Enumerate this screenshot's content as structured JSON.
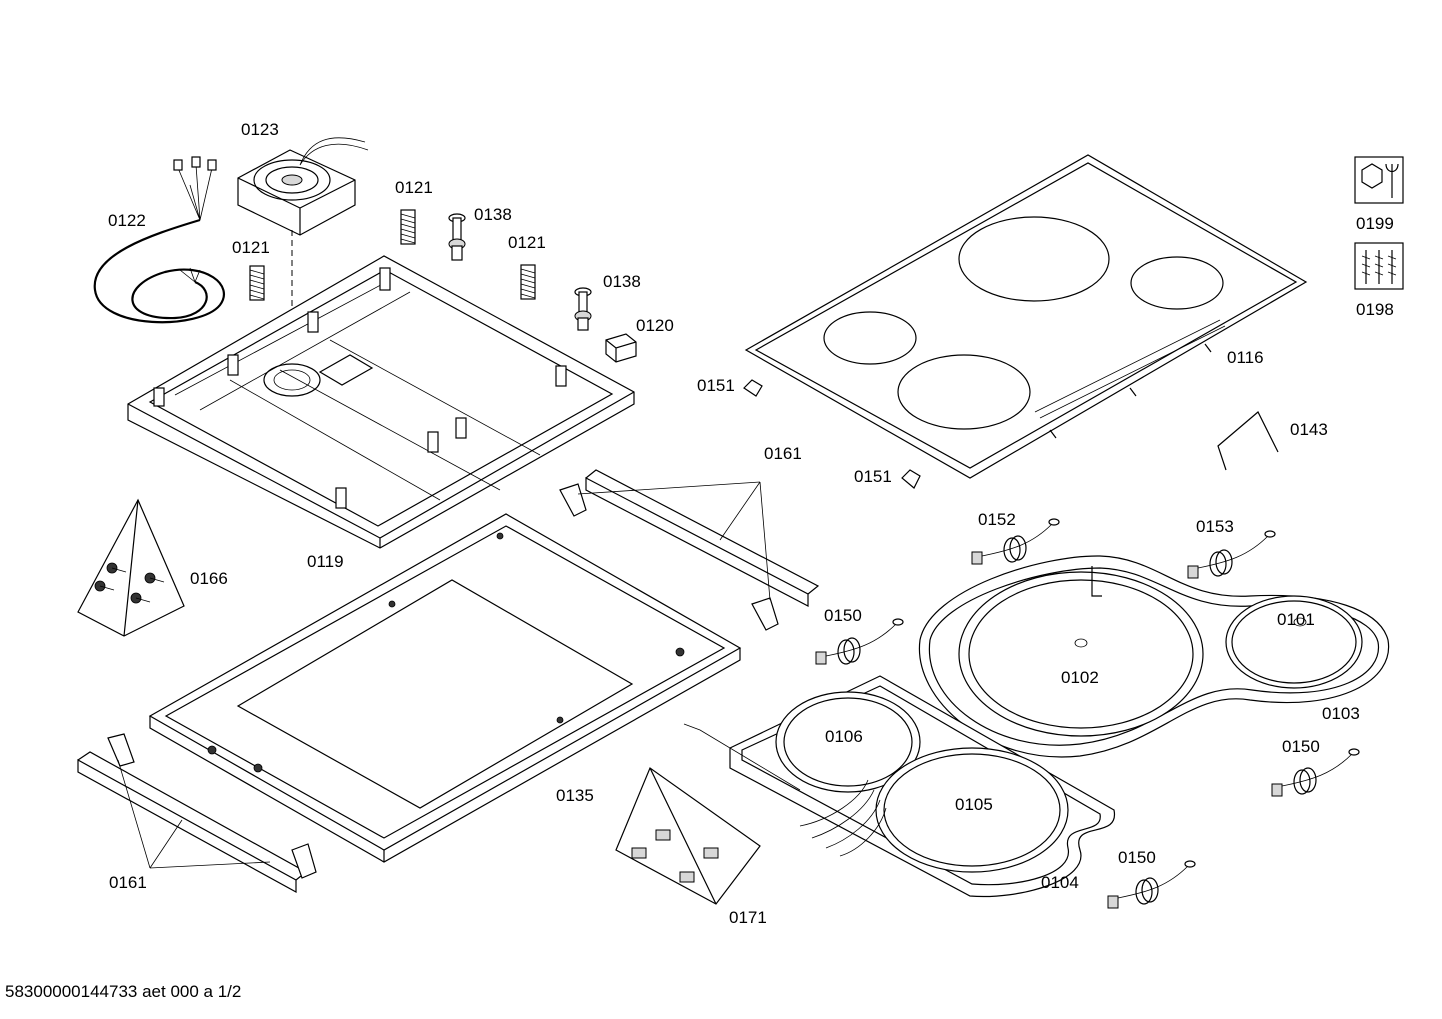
{
  "labels": {
    "l0123": "0123",
    "l0122": "0122",
    "l0121a": "0121",
    "l0121b": "0121",
    "l0121c": "0121",
    "l0138a": "0138",
    "l0138b": "0138",
    "l0120": "0120",
    "l0119": "0119",
    "l0116": "0116",
    "l0151a": "0151",
    "l0151b": "0151",
    "l0143": "0143",
    "l0161a": "0161",
    "l0161b": "0161",
    "l0166": "0166",
    "l0135": "0135",
    "l0152": "0152",
    "l0153": "0153",
    "l0150a": "0150",
    "l0150b": "0150",
    "l0150c": "0150",
    "l0101": "0101",
    "l0102": "0102",
    "l0103": "0103",
    "l0106": "0106",
    "l0105": "0105",
    "l0104": "0104",
    "l0171": "0171",
    "l0199": "0199",
    "l0198": "0198"
  },
  "footer": "58300000144733 aet 000 a 1/2",
  "icons": {
    "tools": "wrench-nut-icon",
    "screws": "screws-icon"
  }
}
